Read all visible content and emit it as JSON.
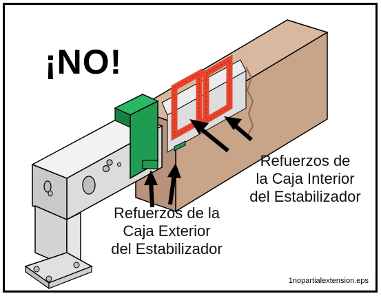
{
  "title": "¡NO!",
  "labels": {
    "inner_reinforcement": [
      "Refuerzos de",
      "la Caja Interior",
      "del Estabilizador"
    ],
    "outer_reinforcement": [
      "Refuerzos de la",
      "Caja Exterior",
      "del Estabilizador"
    ]
  },
  "filename": "1nopartialextension.eps",
  "colors": {
    "outer_box": "#c8a488",
    "outer_box_dark": "#8e6a50",
    "inner_tube": "#dcdcdc",
    "inner_tube_dark": "#a9a9a9",
    "outer_clamp": "#1f9b52",
    "inner_reinforcement": "#e8452c",
    "arrow": "#000000"
  }
}
